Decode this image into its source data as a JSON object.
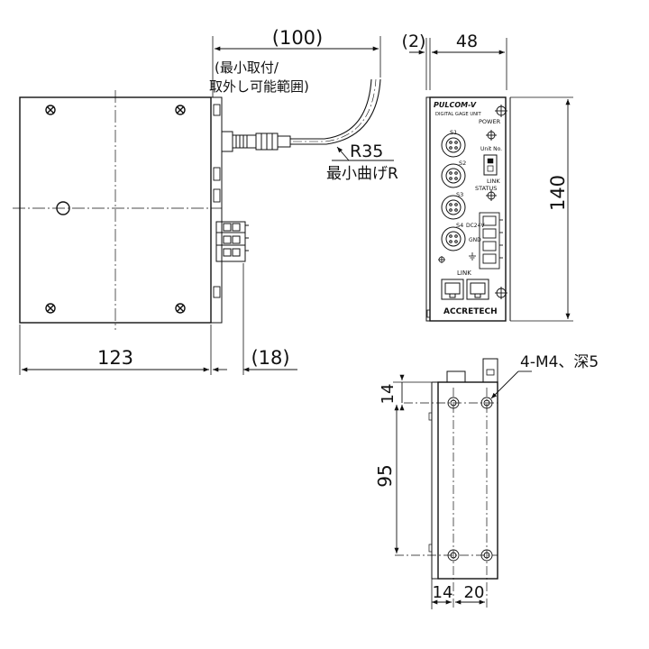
{
  "dimensions": {
    "side_width": "123",
    "connector_offset": "(18)",
    "cable_clearance": "(100)",
    "cable_note_line1": "(最小取付/",
    "cable_note_line2": "取外し可能範囲)",
    "bend_radius": "R35",
    "bend_note": "最小曲げR",
    "panel_offset": "(2)",
    "panel_width": "48",
    "panel_height": "140",
    "hole_spacing_top": "14",
    "hole_spacing_vertical": "95",
    "hole_spacing_bottom_left": "14",
    "hole_spacing_bottom_right": "20",
    "tapped_holes": "4-M4、深5"
  },
  "panel": {
    "title": "PULCOM-V",
    "subtitle": "DIGITAL GAGE UNIT",
    "power_label": "POWER",
    "unit_no_label": "Unit No.",
    "link_status_label": "LINK",
    "status_label": "STATUS",
    "channels": [
      "S1",
      "S2",
      "S3",
      "S4"
    ],
    "dc24_label": "DC24V",
    "gnd_label": "GND",
    "link_port_label": "LINK",
    "brand": "ACCRETECH"
  },
  "colors": {
    "line": "#111111",
    "center_line": "#333333",
    "background": "#ffffff"
  }
}
